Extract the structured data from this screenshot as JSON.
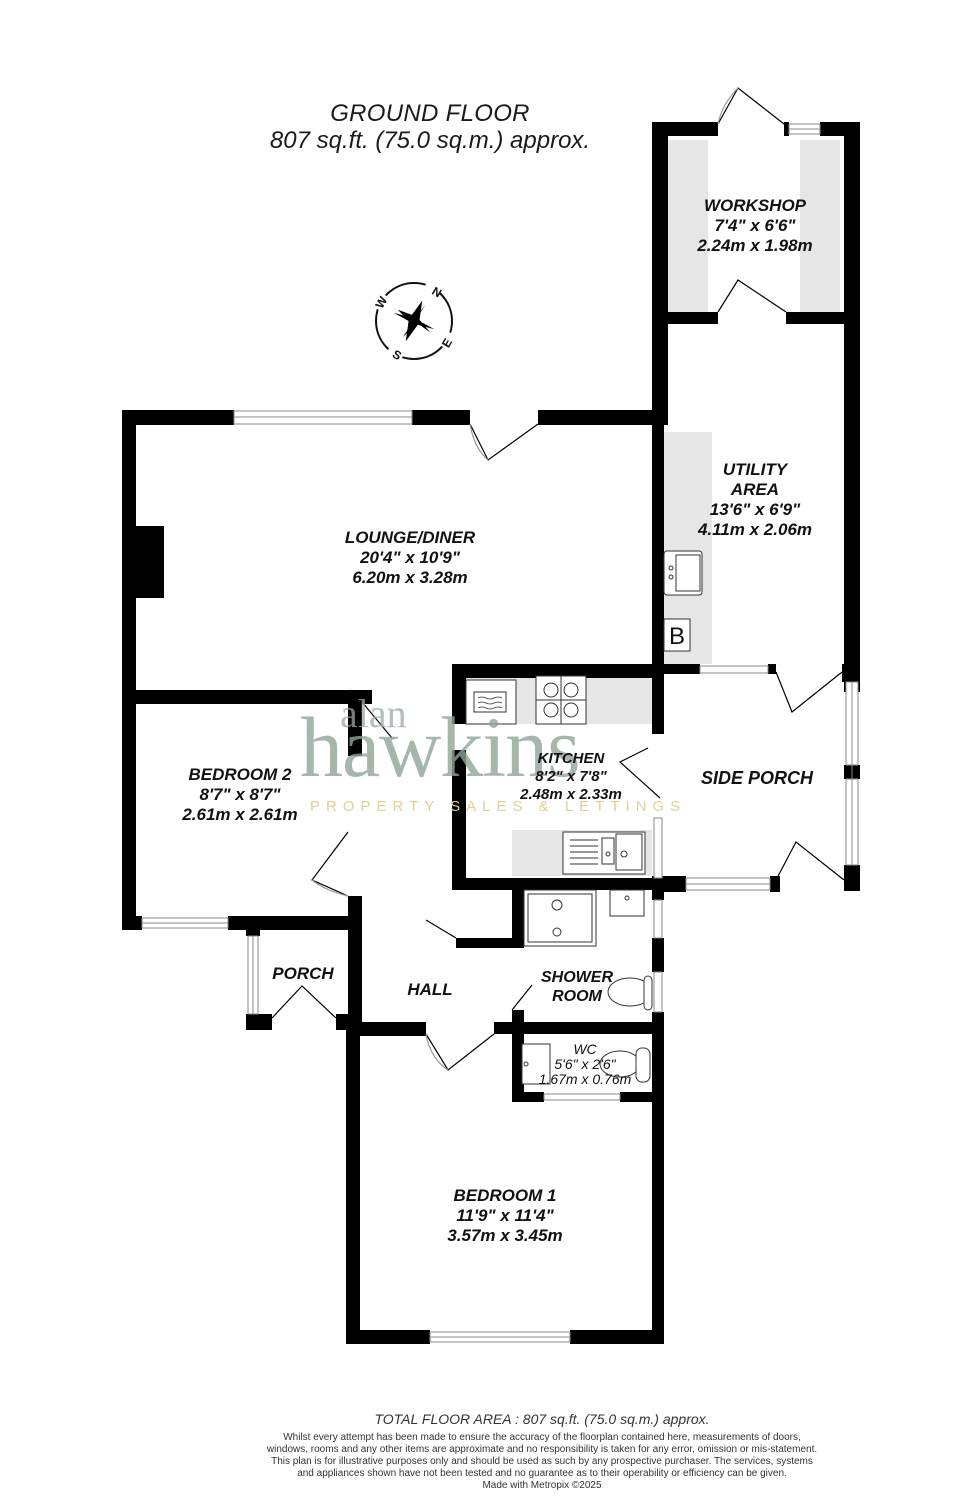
{
  "header": {
    "floor_name": "GROUND FLOOR",
    "floor_area": "807 sq.ft. (75.0 sq.m.) approx."
  },
  "compass": {
    "n": "N",
    "e": "E",
    "s": "S",
    "w": "W"
  },
  "rooms": {
    "workshop": {
      "name": "WORKSHOP",
      "imperial": "7'4\"  x 6'6\"",
      "metric": "2.24m  x 1.98m"
    },
    "utility": {
      "name_line1": "UTILITY",
      "name_line2": "AREA",
      "imperial": "13'6\"  x 6'9\"",
      "metric": "4.11m  x 2.06m",
      "boiler_label": "B"
    },
    "lounge": {
      "name": "LOUNGE/DINER",
      "imperial": "20'4\"  x 10'9\"",
      "metric": "6.20m  x 3.28m"
    },
    "kitchen": {
      "name": "KITCHEN",
      "imperial": "8'2\"  x 7'8\"",
      "metric": "2.48m  x 2.33m"
    },
    "side_porch": {
      "name": "SIDE PORCH"
    },
    "bedroom2": {
      "name": "BEDROOM 2",
      "imperial": "8'7\"  x 8'7\"",
      "metric": "2.61m  x 2.61m"
    },
    "porch": {
      "name": "PORCH"
    },
    "hall": {
      "name": "HALL"
    },
    "shower_room": {
      "name_line1": "SHOWER",
      "name_line2": "ROOM"
    },
    "wc": {
      "name": "WC",
      "imperial": "5'6\"  x 2'6\"",
      "metric": "1.67m  x 0.76m"
    },
    "bedroom1": {
      "name": "BEDROOM 1",
      "imperial": "11'9\"  x 11'4\"",
      "metric": "3.57m  x 3.45m"
    }
  },
  "watermark": {
    "line1": "alan",
    "line2": "hawkins",
    "tagline": "PROPERTY SALES & LETTINGS"
  },
  "footer": {
    "total": "TOTAL FLOOR AREA : 807 sq.ft. (75.0 sq.m.) approx.",
    "disclaimer": "Whilst every attempt has been made to ensure the accuracy of the floorplan contained here, measurements of doors, windows, rooms and any other items are approximate and no responsibility is taken for any error, omission or mis-statement. This plan is for illustrative purposes only and should be used as such by any prospective purchaser. The services, systems and appliances shown have not been tested and no guarantee as to their operability or efficiency can be given.",
    "made_with": "Made with Metropix ©2025"
  },
  "colors": {
    "wall": "#000000",
    "fitted_units": "#e6e6e6",
    "watermark_green": "#8fa497",
    "watermark_gold": "#e3cf93"
  }
}
